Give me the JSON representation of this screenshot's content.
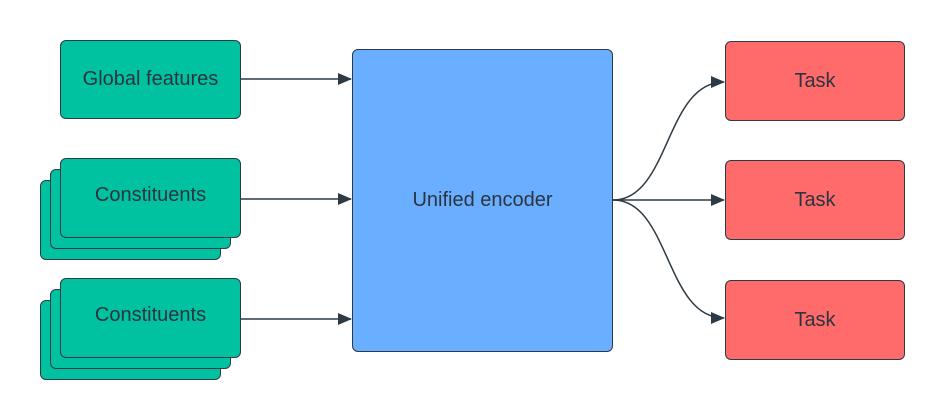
{
  "nodes": {
    "global_features": "Global features",
    "constituents_1": "Constituents",
    "constituents_2": "Constituents",
    "encoder": "Unified encoder",
    "task_1": "Task",
    "task_2": "Task",
    "task_3": "Task"
  },
  "colors": {
    "input": "#00c2a0",
    "encoder": "#6aaeff",
    "task": "#ff6b6b",
    "stroke": "#2e3a44"
  }
}
